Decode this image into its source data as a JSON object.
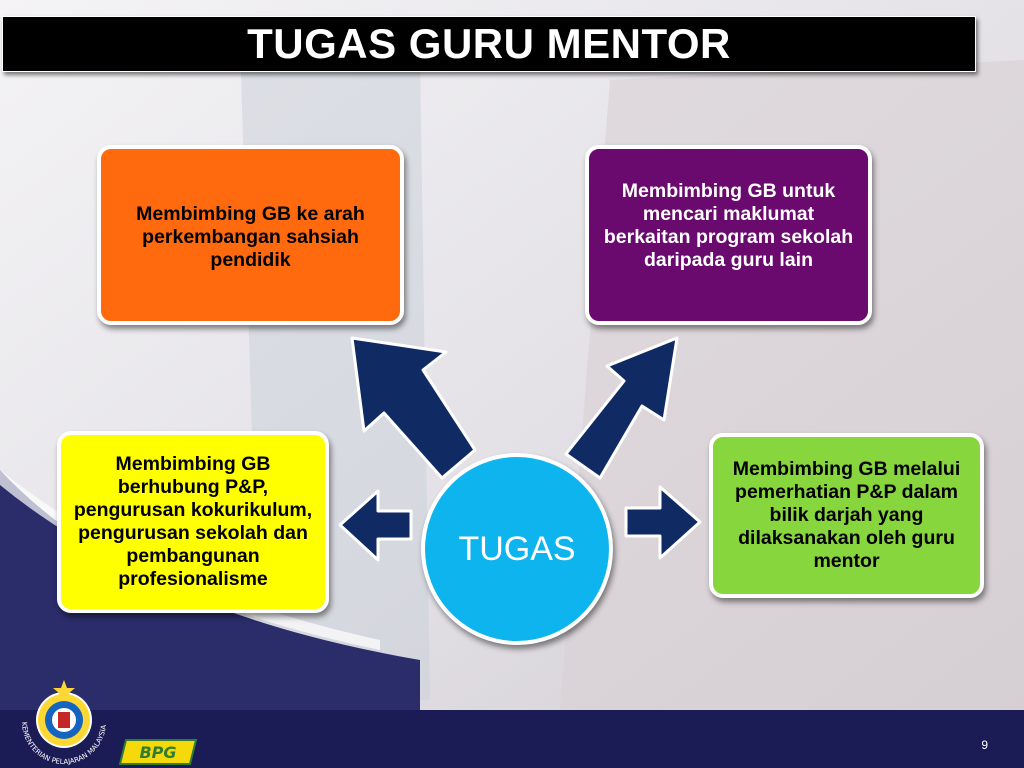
{
  "slide": {
    "title": "TUGAS GURU MENTOR",
    "center_label": "TUGAS",
    "boxes": {
      "top_left": "Membimbing GB ke arah perkembangan sahsiah pendidik",
      "top_right": "Membimbing GB untuk mencari maklumat berkaitan program sekolah daripada guru lain",
      "left": "Membimbing GB berhubung  P&P, pengurusan kokurikulum, pengurusan sekolah dan pembangunan profesionalisme",
      "right": "Membimbing GB melalui pemerhatian P&P dalam bilik darjah yang dilaksanakan oleh guru mentor"
    },
    "page_number": "9",
    "logos": {
      "ministry_text": "KEMENTERIAN PELAJARAN MALAYSIA",
      "bpg_text": "BPG"
    }
  },
  "colors": {
    "orange": "#ff6a0e",
    "purple": "#6a0a6f",
    "yellow": "#ffff00",
    "green": "#88d63e",
    "circle": "#0eb4ee",
    "arrow": "#102a64",
    "title_bg": "#000000",
    "footer": "#1b1b55"
  }
}
